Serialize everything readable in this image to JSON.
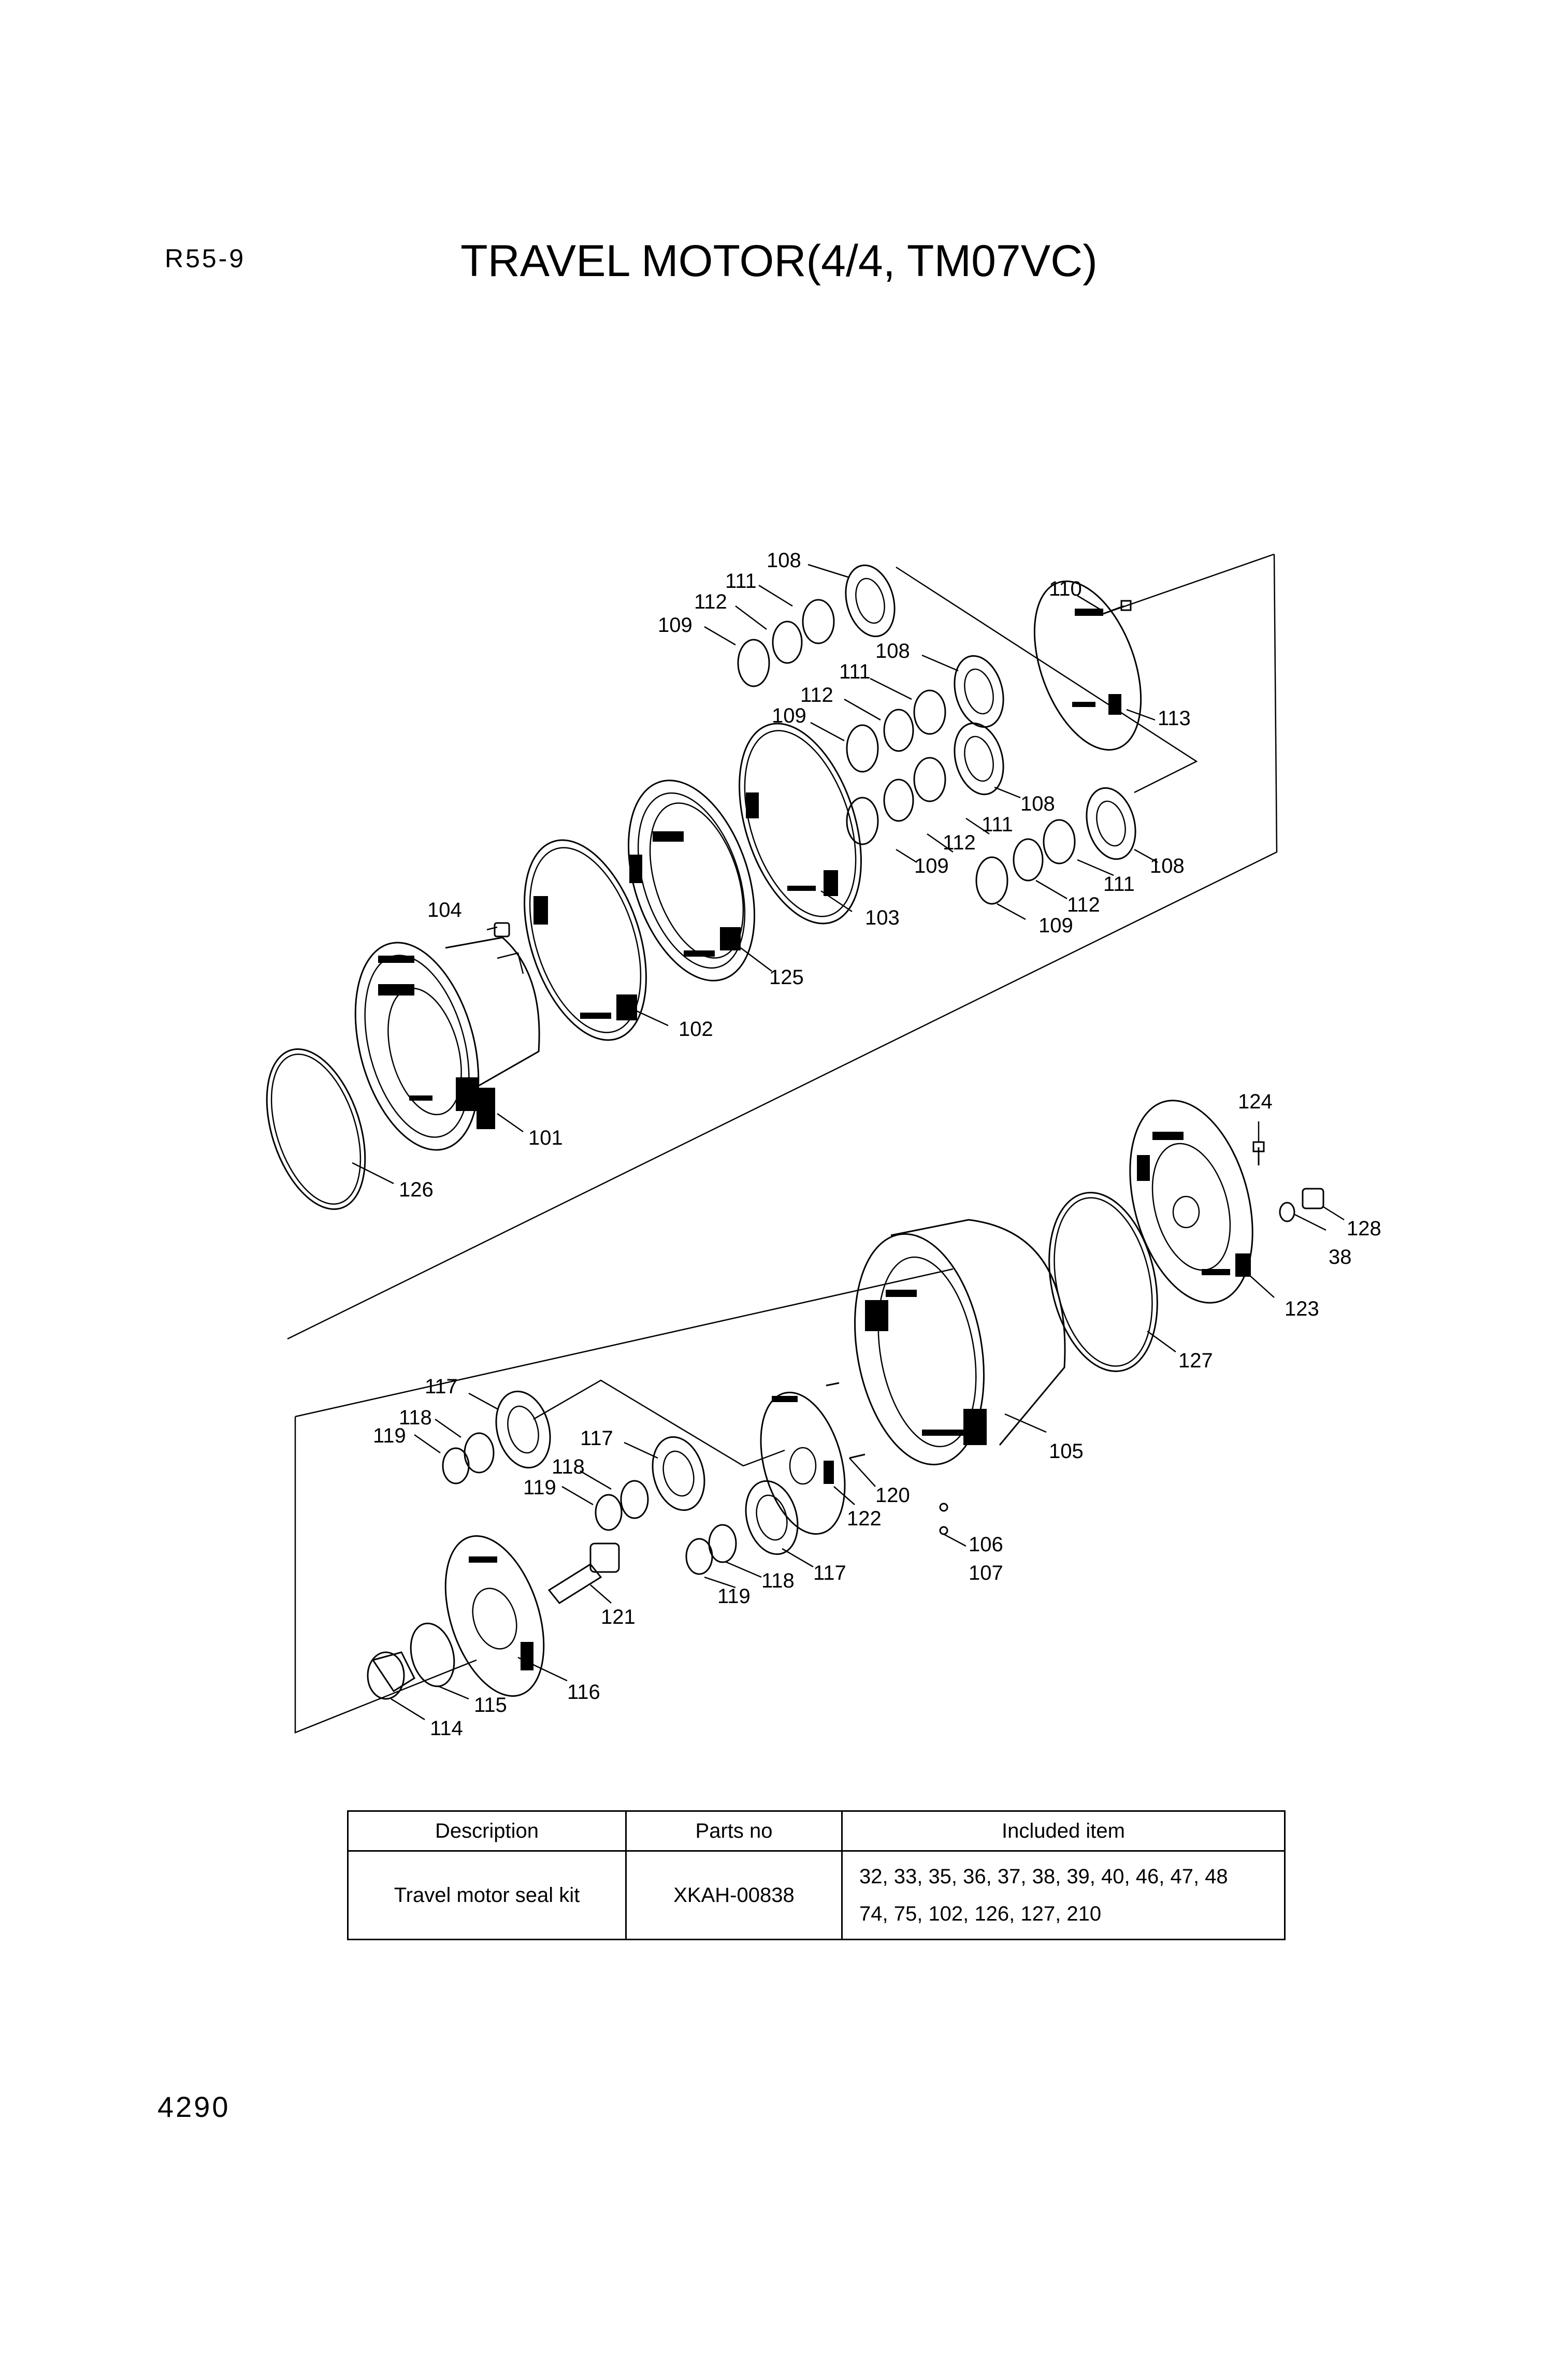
{
  "header": {
    "model": "R55-9",
    "title": "TRAVEL MOTOR(4/4, TM07VC)"
  },
  "page_number": "4290",
  "callouts": {
    "c101": "101",
    "c102": "102",
    "c103": "103",
    "c104": "104",
    "c105": "105",
    "c106": "106",
    "c107": "107",
    "c108": "108",
    "c109": "109",
    "c110": "110",
    "c111": "111",
    "c112": "112",
    "c113": "113",
    "c114": "114",
    "c115": "115",
    "c116": "116",
    "c117": "117",
    "c118": "118",
    "c119": "119",
    "c120": "120",
    "c121": "121",
    "c122": "122",
    "c123": "123",
    "c124": "124",
    "c125": "125",
    "c126": "126",
    "c127": "127",
    "c128": "128",
    "c38": "38"
  },
  "kit_table": {
    "headers": {
      "description": "Description",
      "parts_no": "Parts no",
      "included": "Included item"
    },
    "row": {
      "description": "Travel motor seal kit",
      "parts_no": "XKAH-00838",
      "included_line1": "32, 33, 35, 36, 37, 38, 39, 40, 46, 47, 48",
      "included_line2": "74, 75, 102, 126, 127, 210"
    }
  }
}
